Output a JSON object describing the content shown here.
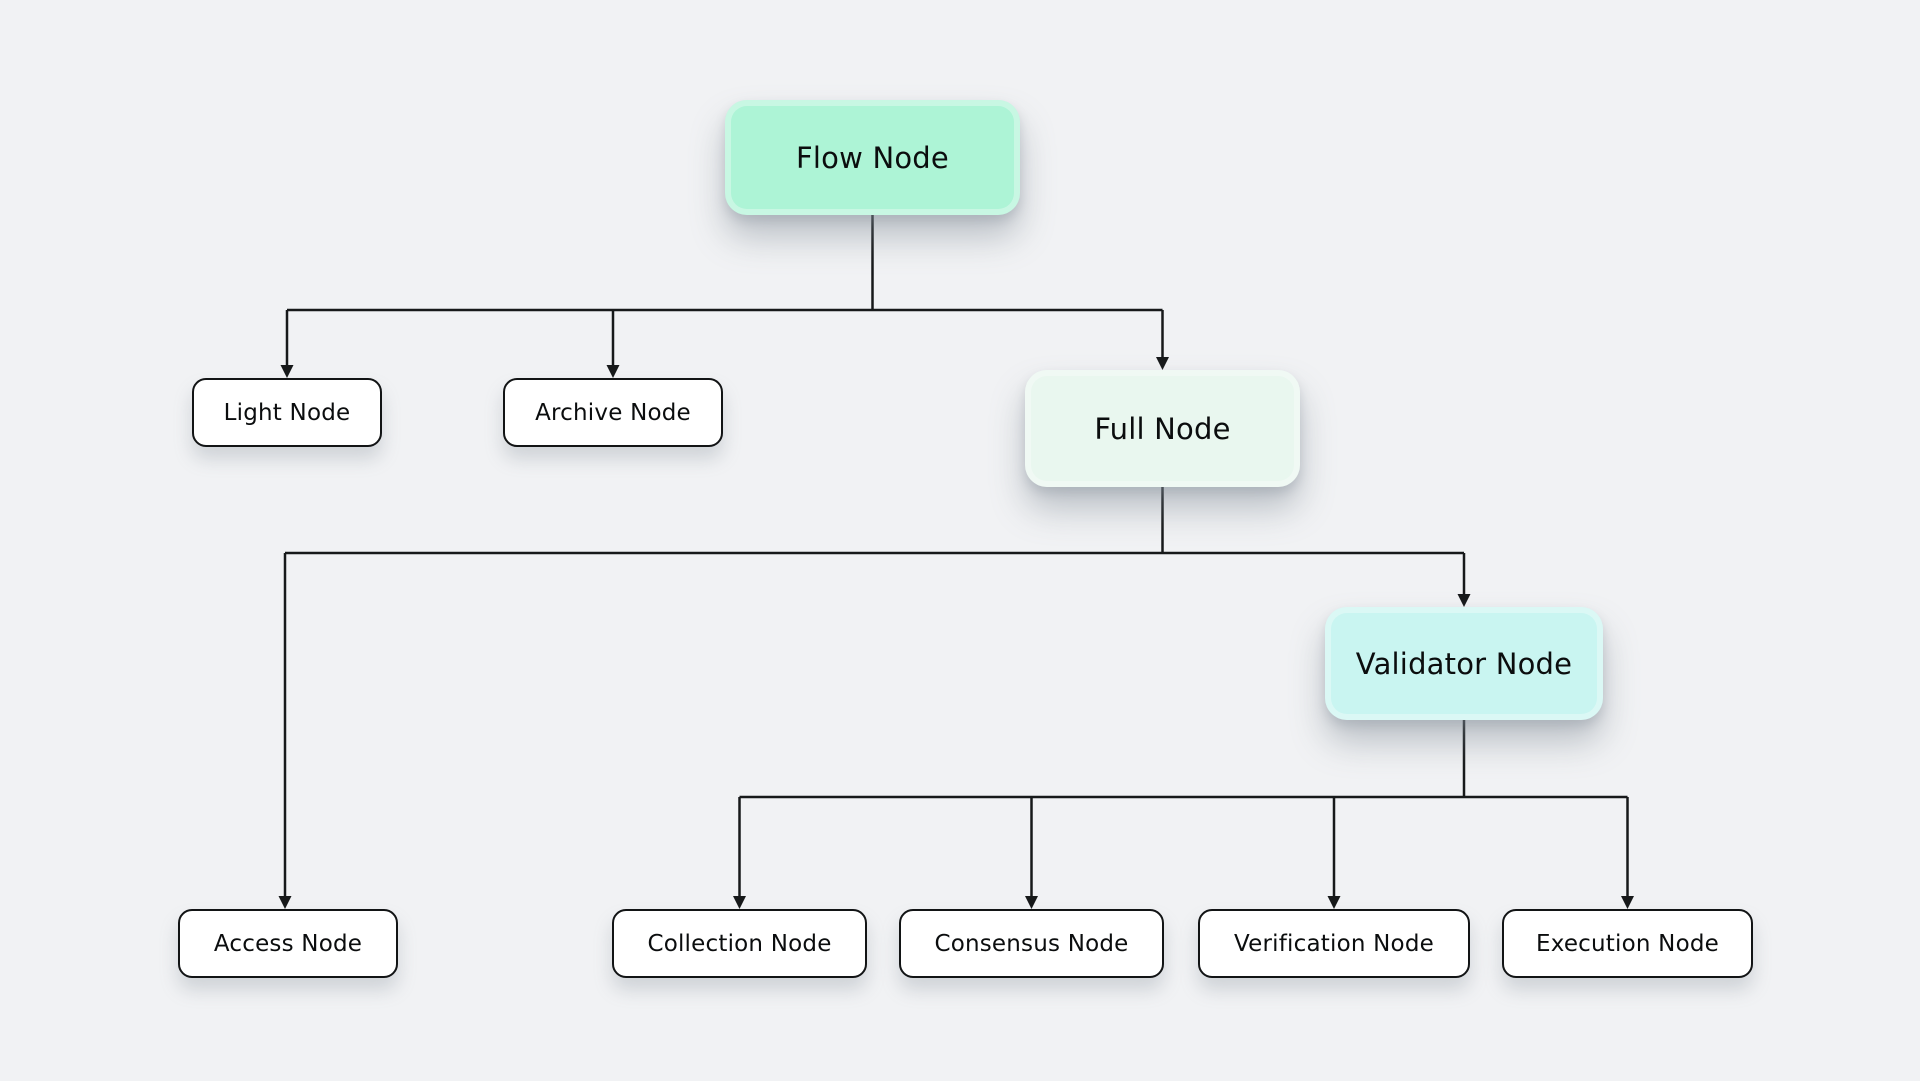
{
  "colors": {
    "background": "#f1f2f4",
    "line": "#17191a",
    "text": "#0b0d0e",
    "flow_fill": "#adf4d6",
    "full_fill": "#e9f7ef",
    "validator_fill": "#c9f5f1",
    "plain_fill": "#ffffff"
  },
  "diagram": {
    "nodes": [
      {
        "id": "flow",
        "label": "Flow Node",
        "fill": "#adf4d6",
        "style": "tint"
      },
      {
        "id": "light",
        "label": "Light Node",
        "fill": "#ffffff",
        "style": "plain"
      },
      {
        "id": "archive",
        "label": "Archive Node",
        "fill": "#ffffff",
        "style": "plain"
      },
      {
        "id": "full",
        "label": "Full Node",
        "fill": "#e9f7ef",
        "style": "tint"
      },
      {
        "id": "access",
        "label": "Access Node",
        "fill": "#ffffff",
        "style": "plain"
      },
      {
        "id": "validator",
        "label": "Validator Node",
        "fill": "#c9f5f1",
        "style": "tint"
      },
      {
        "id": "collection",
        "label": "Collection Node",
        "fill": "#ffffff",
        "style": "plain"
      },
      {
        "id": "consensus",
        "label": "Consensus Node",
        "fill": "#ffffff",
        "style": "plain"
      },
      {
        "id": "verification",
        "label": "Verification Node",
        "fill": "#ffffff",
        "style": "plain"
      },
      {
        "id": "execution",
        "label": "Execution Node",
        "fill": "#ffffff",
        "style": "plain"
      }
    ],
    "edges": [
      {
        "from": "flow",
        "to": "light"
      },
      {
        "from": "flow",
        "to": "archive"
      },
      {
        "from": "flow",
        "to": "full"
      },
      {
        "from": "full",
        "to": "access"
      },
      {
        "from": "full",
        "to": "validator"
      },
      {
        "from": "validator",
        "to": "collection"
      },
      {
        "from": "validator",
        "to": "consensus"
      },
      {
        "from": "validator",
        "to": "verification"
      },
      {
        "from": "validator",
        "to": "execution"
      }
    ]
  }
}
